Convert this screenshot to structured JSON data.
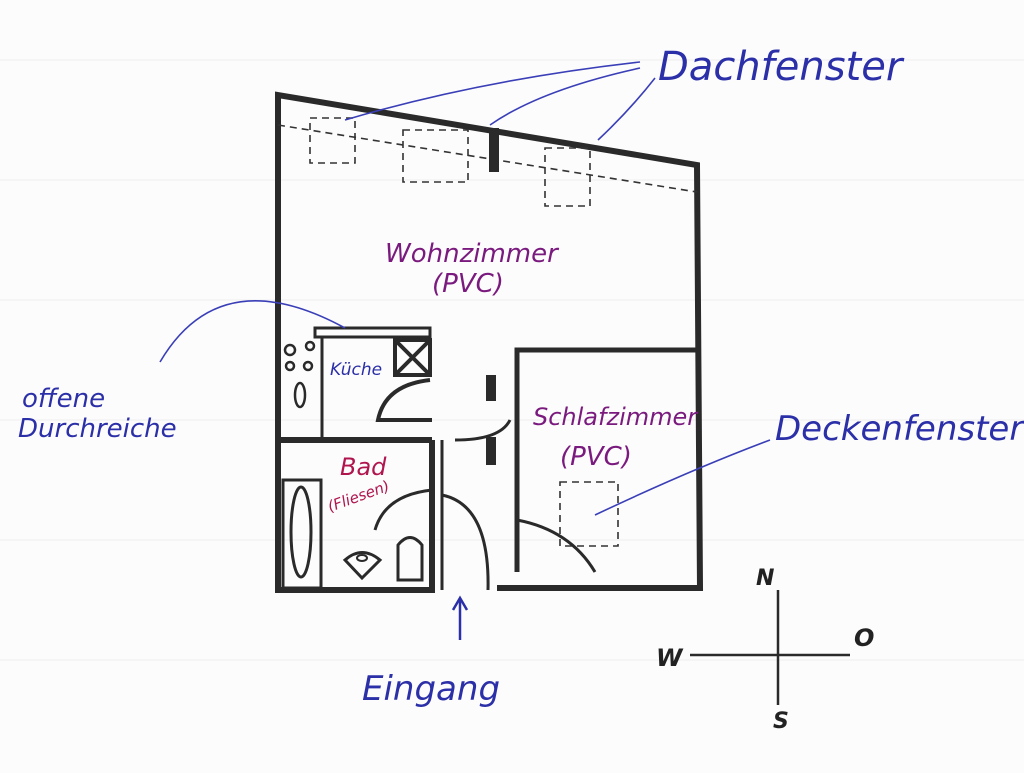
{
  "labels": {
    "skylights": "Dachfenster",
    "living_room": "Wohnzimmer",
    "living_room_floor": "(PVC)",
    "kitchen": "Küche",
    "bathroom": "Bad",
    "bathroom_floor": "(Fliesen)",
    "bedroom": "Schlafzimmer",
    "bedroom_floor": "(PVC)",
    "ceiling_window": "Deckenfenster",
    "pass_through_line1": "offene",
    "pass_through_line2": "Durchreiche",
    "entrance": "Eingang"
  },
  "compass": {
    "north": "N",
    "south": "S",
    "west": "W",
    "east": "O"
  },
  "colors": {
    "walls": "#2a2a2a",
    "annotation": "#2b2fa8",
    "room_label": "#7a1a7e",
    "bath_label": "#b0154e"
  }
}
